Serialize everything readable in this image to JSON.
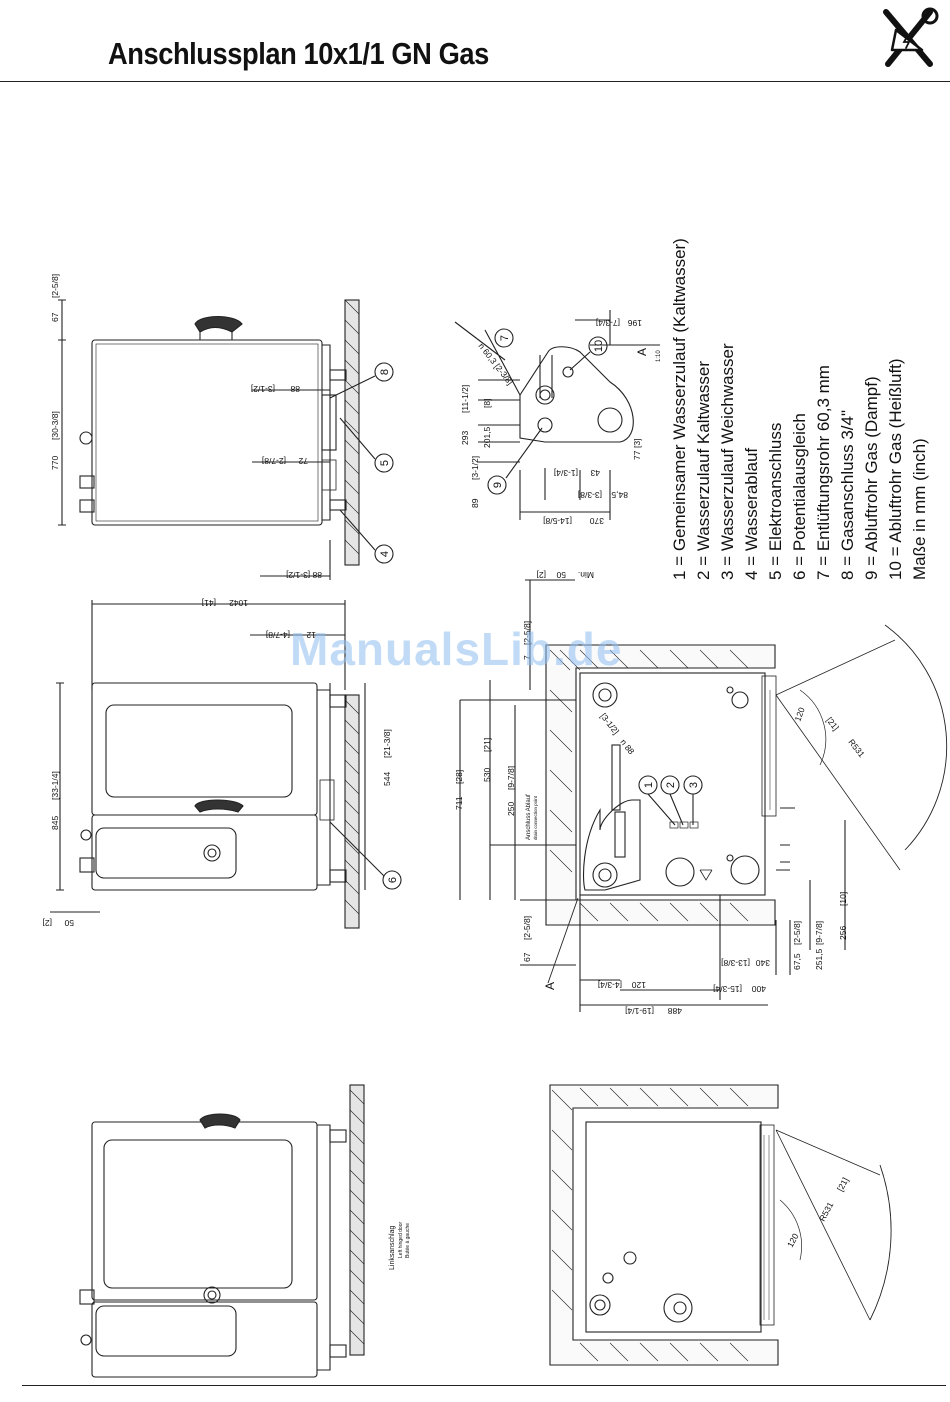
{
  "header": {
    "title": "Anschlussplan 10x1/1 GN Gas"
  },
  "icon": "tools-electric-icon",
  "legend": [
    "1 = Gemeinsamer Wasserzulauf (Kaltwasser)",
    "2 = Wasserzulauf Kaltwasser",
    "3 = Wasserzulauf Weichwasser",
    "4 = Wasserablauf",
    "5 = Elektroanschluss",
    "6 = Potentialausgleich",
    "7 = Entlüftungsrohr 60,3 mm",
    "8 = Gasanschluss 3/4\"",
    "9 = Abluftrohr Gas (Dampf)",
    "10 = Abluftrohr Gas (Heißluft)",
    "Maße in mm (inch)"
  ],
  "callouts": [
    "1",
    "2",
    "3",
    "4",
    "5",
    "6",
    "7",
    "8",
    "9",
    "10"
  ],
  "detail": {
    "letter": "A",
    "scale": "1:10"
  },
  "top_view_dims": [
    "67",
    "[2-5/8]",
    "770",
    "[30-3/8]",
    "88",
    "[3-1/2]",
    "72",
    "[2-7/8]",
    "88 [3-1/2]"
  ],
  "front_view_dims": [
    "1042",
    "[41]",
    "12",
    "[4-7/8]",
    "845",
    "[33-1/4]",
    "544",
    "[21-3/8]",
    "50",
    "[2]"
  ],
  "detail_dims": [
    "196",
    "[7-3/4]",
    "293",
    "[11-1/2]",
    "201,5",
    "[8]",
    "89",
    "[3-1/2]",
    "43",
    "[1-3/4]",
    "84,5",
    "[3-3/8]",
    "370",
    "[14-5/8]",
    "77",
    "[3]",
    "n 60,3 [2-3/8]"
  ],
  "plan_dims": [
    "Min.",
    "50",
    "[2]",
    "7",
    "[2-5/8]",
    "711",
    "[28]",
    "530",
    "[21]",
    "250",
    "[9-7/8]",
    "67",
    "[2-5/8]",
    "120",
    "[4-3/4]",
    "400",
    "[15-3/4]",
    "488",
    "[19-1/4]",
    "340",
    "[13-3/8]",
    "67,5",
    "[2-5/8]",
    "251,5",
    "[9-7/8]",
    "256",
    "[10]",
    "n 88",
    "[3-1/2]",
    "R531",
    "[21]",
    "120",
    "A"
  ],
  "plan_note": {
    "title": "Anschluss Ablauf",
    "sub": "drain connection point"
  },
  "left_hinge": {
    "de": "Linksanschlag",
    "en": "Left hinged door",
    "fr": "Butée à gauche"
  },
  "left_plan_dims": [
    "R531",
    "[21]",
    "120"
  ],
  "watermark": "ManualsLib.de"
}
